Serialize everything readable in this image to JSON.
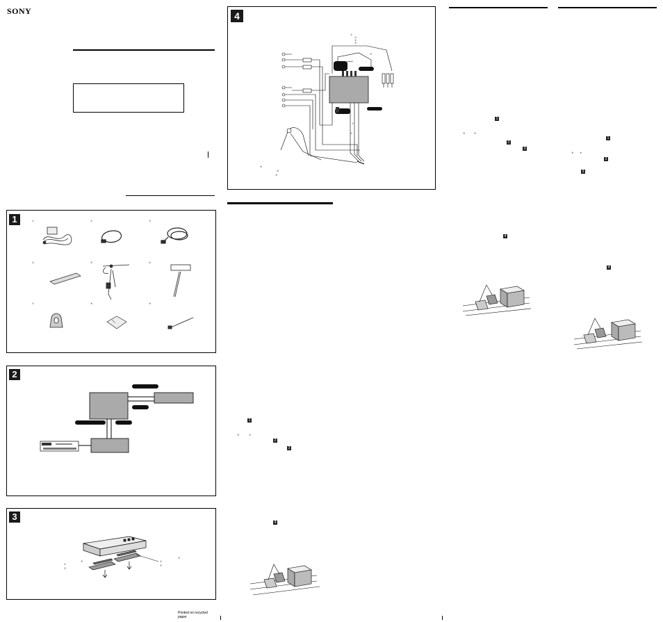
{
  "brand": "SONY",
  "footer": "Printed on recycled paper",
  "panels": [
    {
      "number": "1"
    },
    {
      "number": "2"
    },
    {
      "number": "3"
    },
    {
      "number": "4"
    }
  ],
  "inline_refs": {
    "left_col": [
      "1",
      "2",
      "3",
      "4"
    ],
    "col3": [
      "1",
      "2",
      "3",
      "4"
    ],
    "col4": [
      "1",
      "2",
      "3",
      "4"
    ]
  },
  "parts": [
    "①",
    "②",
    "③",
    "④",
    "⑤",
    "⑥",
    "⑦",
    "⑧",
    "⑨"
  ],
  "fig4_callouts": [
    "②",
    "③",
    "④",
    "⑤",
    "⑥",
    "⑦",
    "⑦",
    "⑧",
    "⑨",
    "⑨"
  ]
}
